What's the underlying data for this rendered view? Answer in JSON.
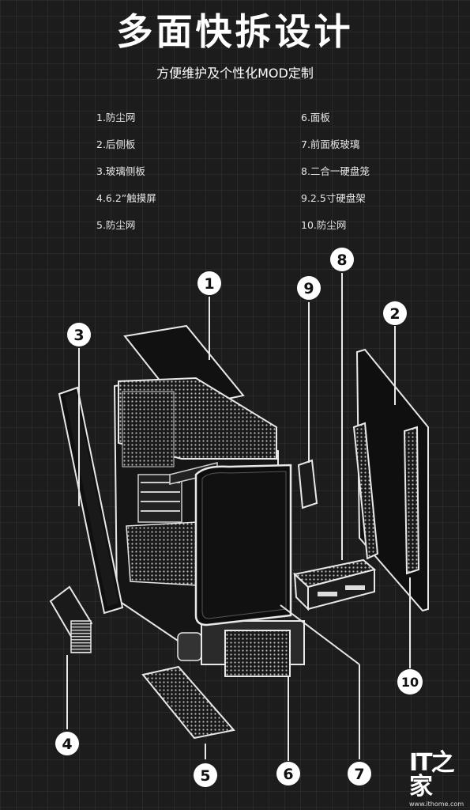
{
  "header": {
    "title": "多面快拆设计",
    "subtitle": "方便维护及个性化MOD定制"
  },
  "legend": {
    "left": [
      "1.防尘网",
      "2.后侧板",
      "3.玻璃侧板",
      "4.6.2”触摸屏",
      "5.防尘网"
    ],
    "right": [
      "6.面板",
      "7.前面板玻璃",
      "8.二合一硬盘笼",
      "9.2.5寸硬盘架",
      "10.防尘网"
    ]
  },
  "callouts": [
    "1",
    "2",
    "3",
    "4",
    "5",
    "6",
    "7",
    "8",
    "9",
    "10"
  ],
  "brand": {
    "logo": "IT之家",
    "url": "www.ithome.com"
  }
}
